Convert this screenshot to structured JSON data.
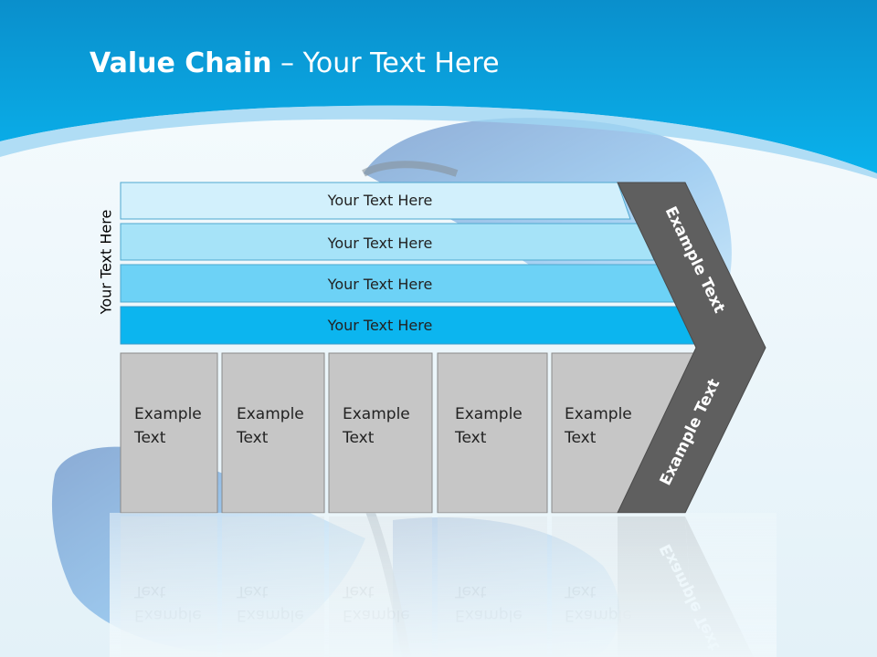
{
  "slide": {
    "title_bold": "Value Chain",
    "title_rest": " – Your Text Here",
    "vertical_label": "Your Text Here",
    "bands": [
      {
        "label": "Your Text Here",
        "color": "#d2f0fc"
      },
      {
        "label": "Your Text Here",
        "color": "#a6e3f8"
      },
      {
        "label": "Your Text Here",
        "color": "#6dd2f6"
      },
      {
        "label": "Your Text Here",
        "color": "#0cb5ef"
      }
    ],
    "columns": [
      {
        "line1": "Example",
        "line2": "Text"
      },
      {
        "line1": "Example",
        "line2": "Text"
      },
      {
        "line1": "Example",
        "line2": "Text"
      },
      {
        "line1": "Example",
        "line2": "Text"
      },
      {
        "line1": "Example",
        "line2": "Text"
      }
    ],
    "chevron_top": "Example Text",
    "chevron_bottom": "Example Text",
    "colors": {
      "header": "#0aa6e0",
      "chevron": "#5f5f5f",
      "column_fill": "#c6c6c6",
      "column_border": "#8a8a8a",
      "butterfly": "#3f74b8"
    }
  }
}
